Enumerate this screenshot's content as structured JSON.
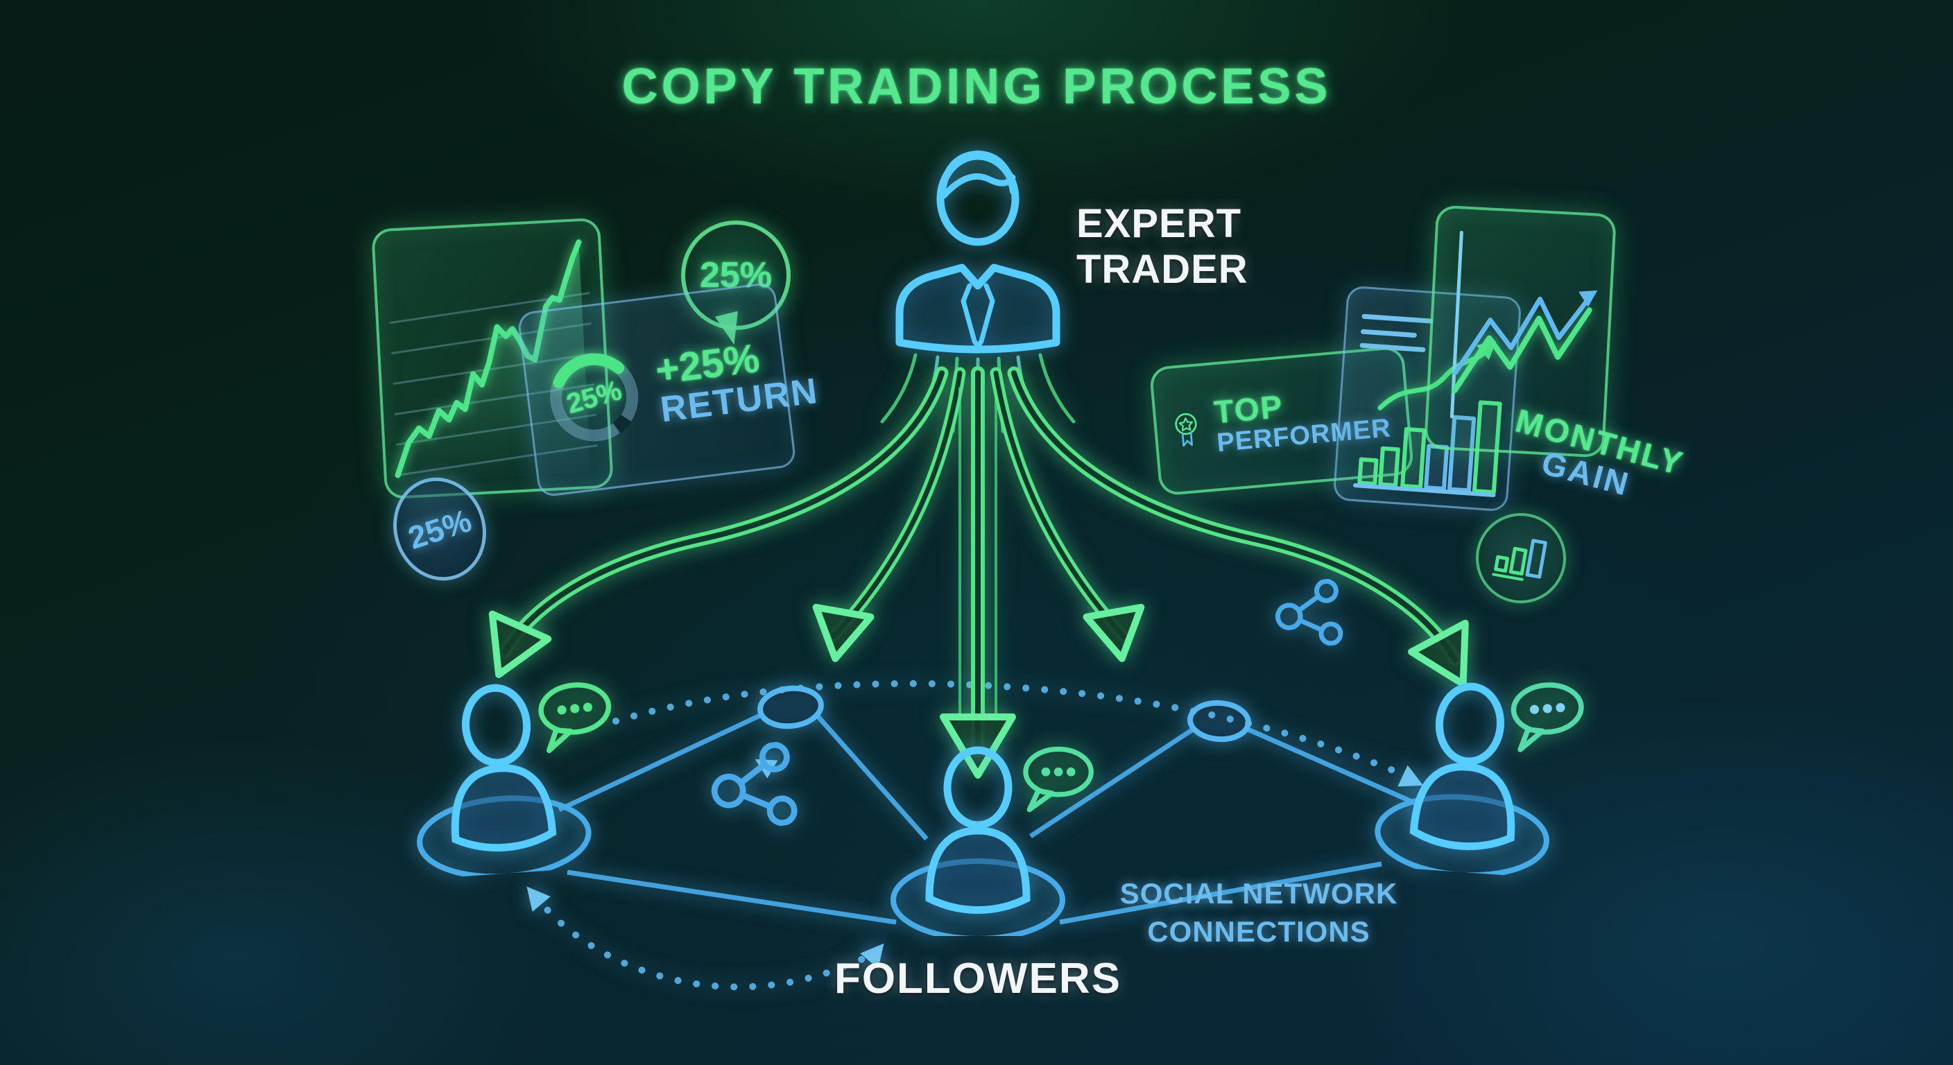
{
  "title": "COPY TRADING PROCESS",
  "expert": {
    "line1": "EXPERT",
    "line2": "TRADER"
  },
  "followers": {
    "label": "FOLLOWERS"
  },
  "network": {
    "line1": "SOCIAL NETWORK",
    "line2": "CONNECTIONS"
  },
  "stats": {
    "bubble_percent": "25%",
    "donut_percent": "25%",
    "return_percent": "+25%",
    "return_label": "RETURN",
    "oval_percent": "25%",
    "badge_top": "TOP",
    "badge_performer": "PERFORMER",
    "gain_monthly": "MONTHLY",
    "gain_label": "GAIN"
  },
  "colors": {
    "neon_green": "#55e88f",
    "neon_blue": "#4fc6f8",
    "text_blue": "#6cbbee",
    "text_white": "#f2f6f8",
    "background_top": "#061a16",
    "background_bottom": "#0a2a3c"
  },
  "icons": {
    "expert": "businessperson-icon",
    "follower": "person-icon",
    "chat": "chat-bubble-icon",
    "share": "share-network-icon",
    "award": "award-medal-icon",
    "line_chart": "line-chart-icon",
    "bar_chart": "bar-chart-icon",
    "donut": "donut-chart-icon"
  }
}
